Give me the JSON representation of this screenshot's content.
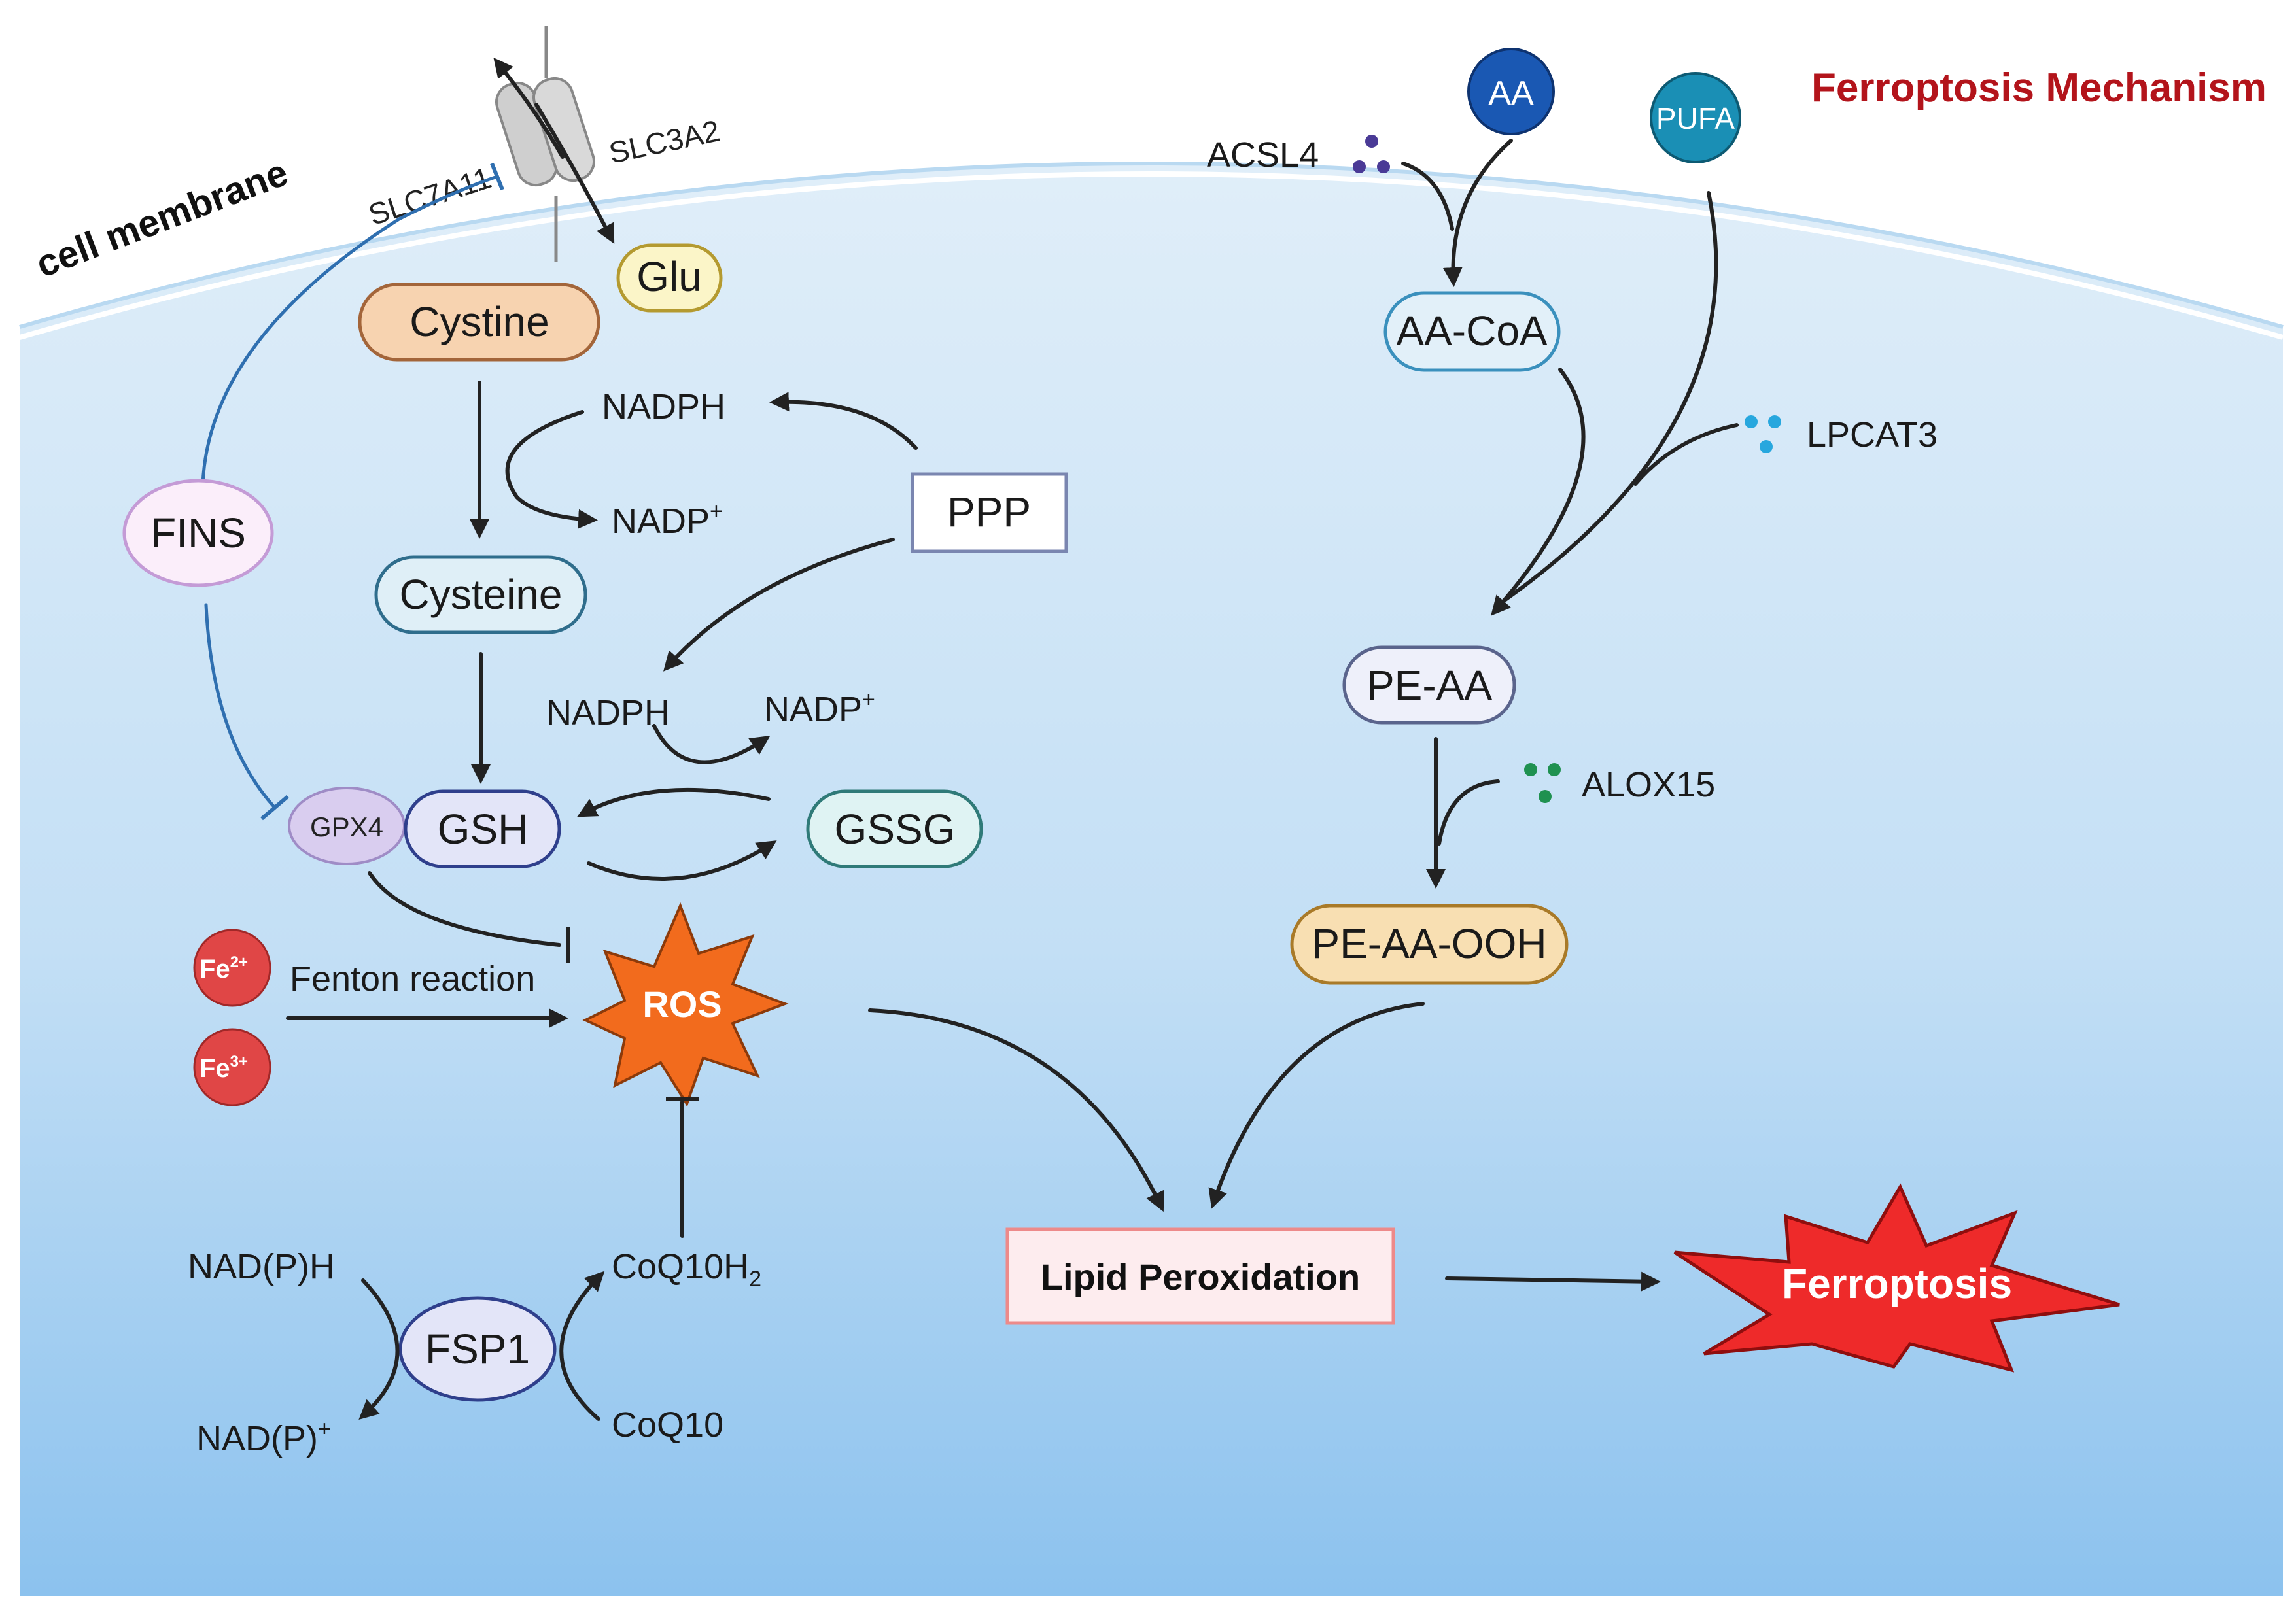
{
  "title": "Ferroptosis Mechanism",
  "membrane_label": "cell membrane",
  "colors": {
    "title": "#b3141b",
    "cell_top": "#dcecf8",
    "cell_bottom": "#8cc2ee",
    "arrow": "#222222",
    "inhibit_blue": "#2f6fb0",
    "iron": "#e04646",
    "ros": "#f26b1d",
    "ferroptosis": "#ee2a2a"
  },
  "transporter": {
    "slc7a11": "SLC7A11",
    "slc3a2": "SLC3A2"
  },
  "nodes": {
    "glu": "Glu",
    "cystine": "Cystine",
    "cysteine": "Cysteine",
    "fins": "FINS",
    "gpx4": "GPX4",
    "gsh": "GSH",
    "gssg": "GSSG",
    "ppp": "PPP",
    "ros": "ROS",
    "fsp1": "FSP1",
    "aa": "AA",
    "pufa": "PUFA",
    "aa_coa": "AA-CoA",
    "pe_aa": "PE-AA",
    "pe_aa_ooh": "PE-AA-OOH",
    "lipid_peroxidation": "Lipid Peroxidation",
    "ferroptosis": "Ferroptosis"
  },
  "labels": {
    "nadph_top": "NADPH",
    "nadp_top": "NADP",
    "nadp_top_sup": "+",
    "nadph_mid": "NADPH",
    "nadp_mid": "NADP",
    "nadp_mid_sup": "+",
    "fe2": "Fe",
    "fe2_sup": "2+",
    "fe3": "Fe",
    "fe3_sup": "3+",
    "fenton": "Fenton reaction",
    "nadph_fsp1": "NAD(P)H",
    "nadp_fsp1": "NAD(P)",
    "nadp_fsp1_sup": "+",
    "coq10h2": "CoQ10H",
    "coq10h2_sub": "2",
    "coq10": "CoQ10",
    "acsl4": "ACSL4",
    "lpcat3": "LPCAT3",
    "alox15": "ALOX15"
  }
}
